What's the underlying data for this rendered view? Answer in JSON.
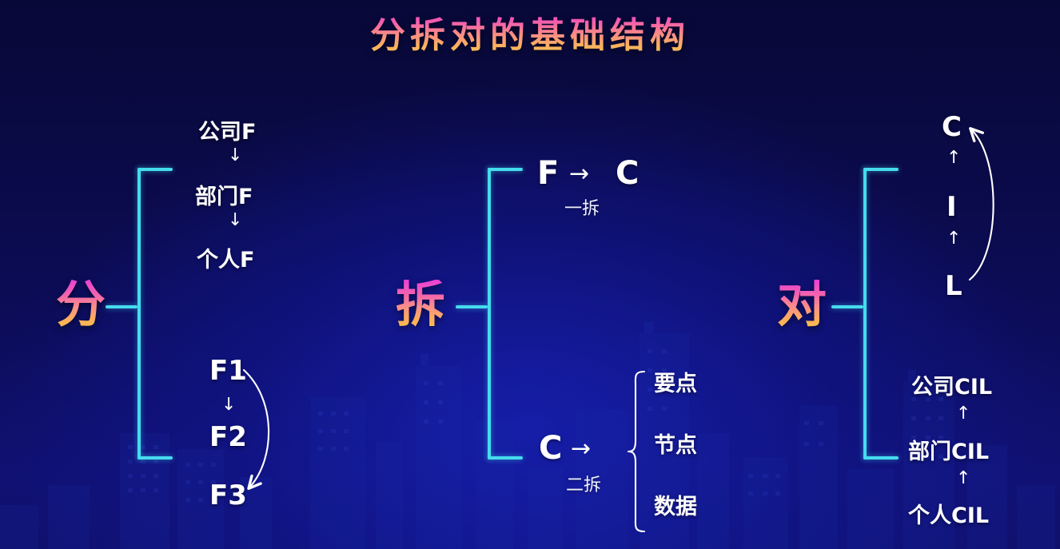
{
  "page": {
    "title": "分拆对的基础结构",
    "background_top_color": "#080838",
    "background_bottom_color": "#10106e",
    "accent_cyan": "#45dcee",
    "label_gradient_start": "#e83fd6",
    "label_gradient_end": "#f9bf4e",
    "node_text_color": "#ffffff"
  },
  "columns": [
    {
      "key": "fen",
      "label": "分",
      "groups": [
        {
          "key": "hierarchy",
          "nodes": [
            "公司F",
            "部门F",
            "个人F"
          ],
          "arrows": [
            "↓",
            "↓"
          ],
          "curved_arrow": null
        },
        {
          "key": "sequence",
          "nodes": [
            "F1",
            "F2",
            "F3"
          ],
          "arrows": [
            "↓"
          ],
          "curved_arrow": {
            "from": "F1",
            "to": "F3",
            "direction": "down"
          }
        }
      ]
    },
    {
      "key": "chai",
      "label": "拆",
      "groups": [
        {
          "key": "first-split",
          "source": "F",
          "arrow": "→",
          "target": "C",
          "caption": "一拆"
        },
        {
          "key": "second-split",
          "source": "C",
          "arrow": "→",
          "caption": "二拆",
          "brace_items": [
            "要点",
            "节点",
            "数据"
          ]
        }
      ]
    },
    {
      "key": "dui",
      "label": "对",
      "groups": [
        {
          "key": "cil-stack",
          "nodes": [
            "C",
            "I",
            "L"
          ],
          "arrows": [
            "↑",
            "↑"
          ],
          "curved_arrow": {
            "from": "L",
            "to": "C",
            "direction": "up"
          }
        },
        {
          "key": "cil-hierarchy",
          "nodes": [
            "公司CIL",
            "部门CIL",
            "个人CIL"
          ],
          "arrows": [
            "↑",
            "↑"
          ],
          "curved_arrow": null
        }
      ]
    }
  ]
}
